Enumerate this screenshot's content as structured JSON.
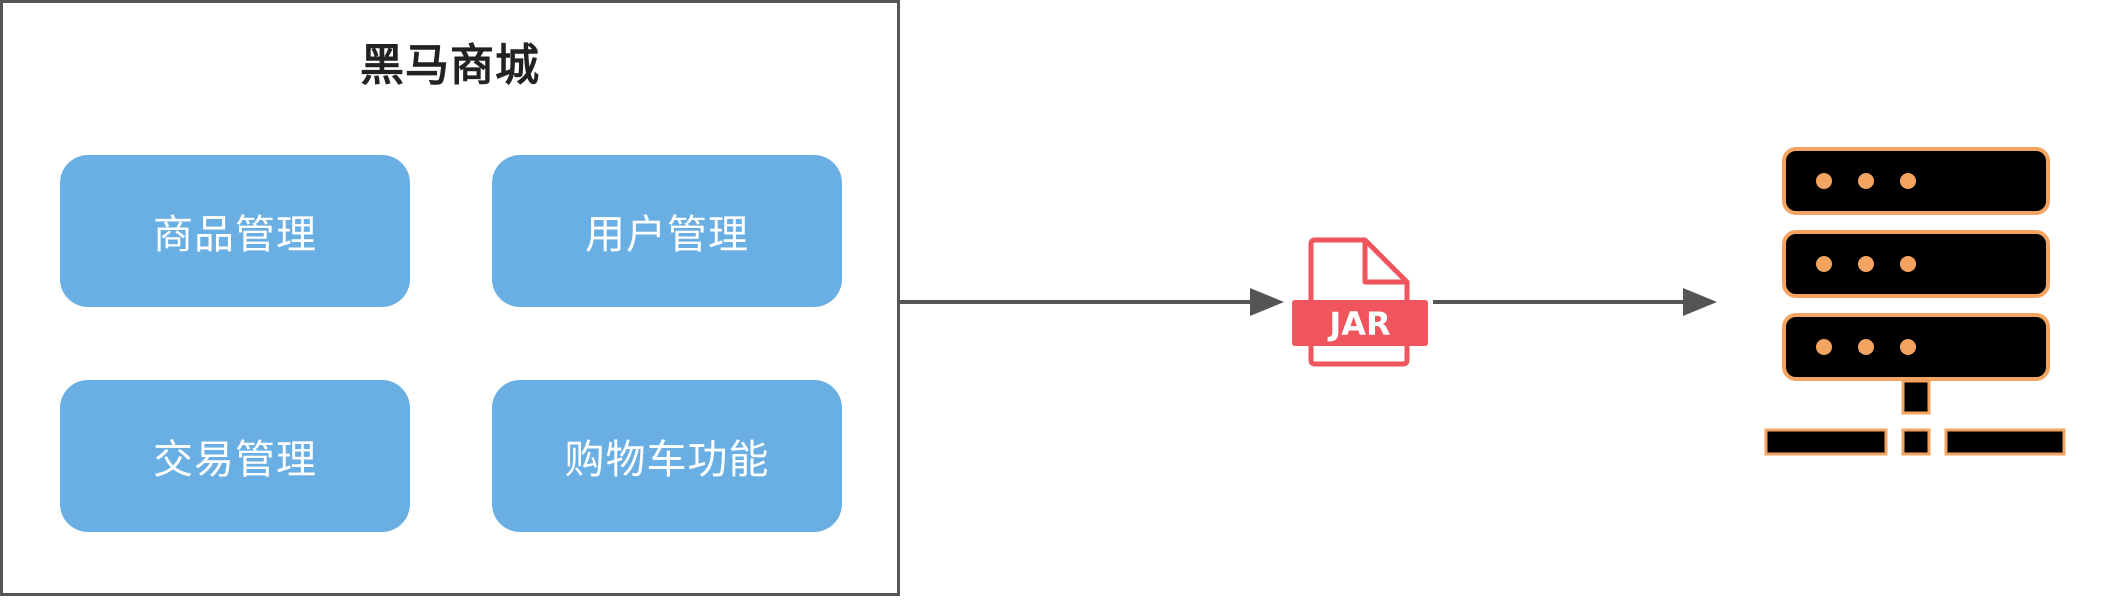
{
  "app": {
    "title": "黑马商城",
    "modules": [
      {
        "label": "商品管理"
      },
      {
        "label": "用户管理"
      },
      {
        "label": "交易管理"
      },
      {
        "label": "购物车功能"
      }
    ]
  },
  "jar": {
    "label": "JAR",
    "icon": "jar-file-icon",
    "color": "#f0545c"
  },
  "server": {
    "icon": "server-icon",
    "rack_color": "#000000",
    "accent_color": "#f4a460"
  },
  "colors": {
    "module_fill": "#6aafe3",
    "frame_border": "#555555",
    "arrow": "#555555"
  }
}
